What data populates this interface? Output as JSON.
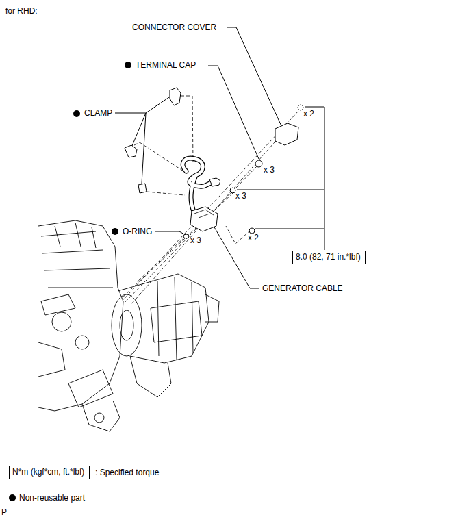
{
  "diagram": {
    "title": "for RHD:",
    "nodes": [
      {
        "text": [
          "8.0 (82, 71 in.*lbf)"
        ]
      },
      {
        "text": [
          "N*m (kgf*cm, ft.*lbf)"
        ]
      }
    ],
    "labels": [
      "CONNECTOR COVER",
      "TERMINAL CAP",
      "CLAMP",
      "x 2",
      "x 3",
      "x 3",
      "O-RING",
      "x 3",
      "x 2",
      "GENERATOR CABLE",
      "P"
    ],
    "legend": [
      {
        "text": ": Specified torque"
      },
      {
        "text": "Non-reusable part"
      }
    ]
  }
}
